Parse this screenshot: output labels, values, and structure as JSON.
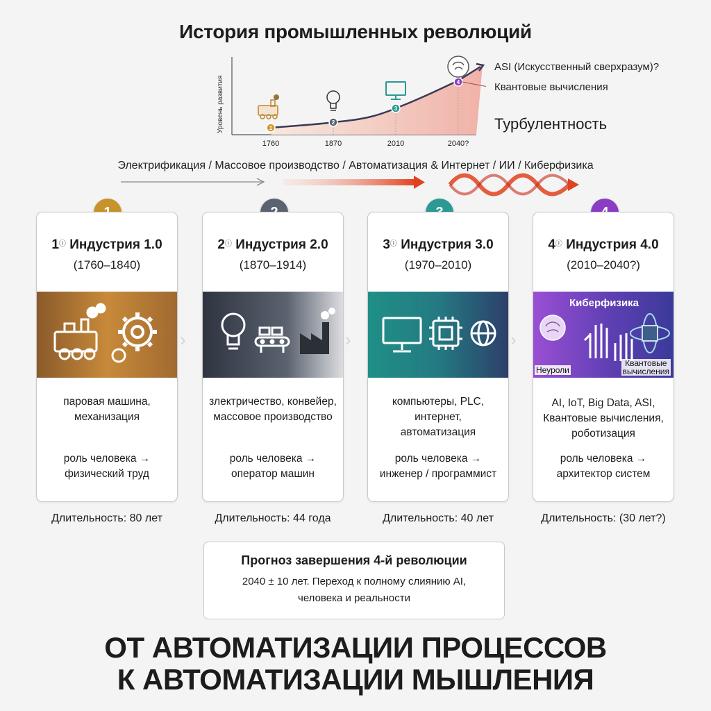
{
  "title": "История промышленных революций",
  "chart": {
    "ylabel": "Уровень развития",
    "years": [
      "1760",
      "1870",
      "2010",
      "2040?"
    ],
    "markers": [
      "1",
      "2",
      "3",
      "4"
    ],
    "labels": {
      "asi": "ASI (Искусственный сверхразум)?",
      "quantum": "Квантовые вычисления",
      "turbulence": "Турбулентность"
    }
  },
  "eras_text": "Электрификация / Массовое производство / Автоматизация & Интернет / ИИ / Киберфизика",
  "cards": [
    {
      "number": "1",
      "color": "#c9932b",
      "title_num": "1",
      "title": "Индустрия 1.0",
      "years": "(1760–1840)",
      "desc": "паровая машина,\nмеханизация",
      "role": "роль человека →\nфизический труд",
      "duration": "Длительность: 80 лет",
      "icons": [
        "locomotive-icon",
        "gear-icon"
      ]
    },
    {
      "number": "2",
      "color": "#5a6470",
      "title_num": "2",
      "title": "Индустрия 2.0",
      "years": "(1870–1914)",
      "desc": "злектричество, конвейер,\nмассовое производство",
      "role": "роль человека →\nоператор машин",
      "duration": "Длительность: 44 года",
      "icons": [
        "lightbulb-icon",
        "conveyor-icon",
        "factory-icon"
      ]
    },
    {
      "number": "3",
      "color": "#2a9a92",
      "title_num": "3",
      "title": "Индустрия 3.0",
      "years": "(1970–2010)",
      "desc": "компьютеры, PLC,\nинтернет,\nавтоматизация",
      "role": "роль человека →\nинженер / программист",
      "duration": "Длительность: 40 лет",
      "icons": [
        "monitor-icon",
        "chip-icon",
        "globe-icon"
      ]
    },
    {
      "number": "4",
      "color": "#8a3cc2",
      "title_num": "4",
      "title": "Индустрия 4.0",
      "years": "(2010–2040?)",
      "band_title": "Киберфизика",
      "band_left": "Неуроли",
      "band_right": "Квантовые\nвычисления",
      "desc": "AI, IoT, Big Data, ASI,\nКвантовые вычисления,\nроботизация",
      "role": "роль человека →\nархитектор систем",
      "duration": "Длительность: (30 лет?)",
      "icons": [
        "brain-icon",
        "robot-hand-icon",
        "quantum-cube-icon"
      ]
    }
  ],
  "forecast": {
    "title": "Прогноз завершения 4-й революции",
    "text": "2040 ± 10 лет. Переход к полному слиянию AI,\nчеловека и реальности"
  },
  "slogan": "ОТ АВТОМАТИЗАЦИИ ПРОЦЕССОВ\nК АВТОМАТИЗАЦИИ МЫШЛЕНИЯ"
}
